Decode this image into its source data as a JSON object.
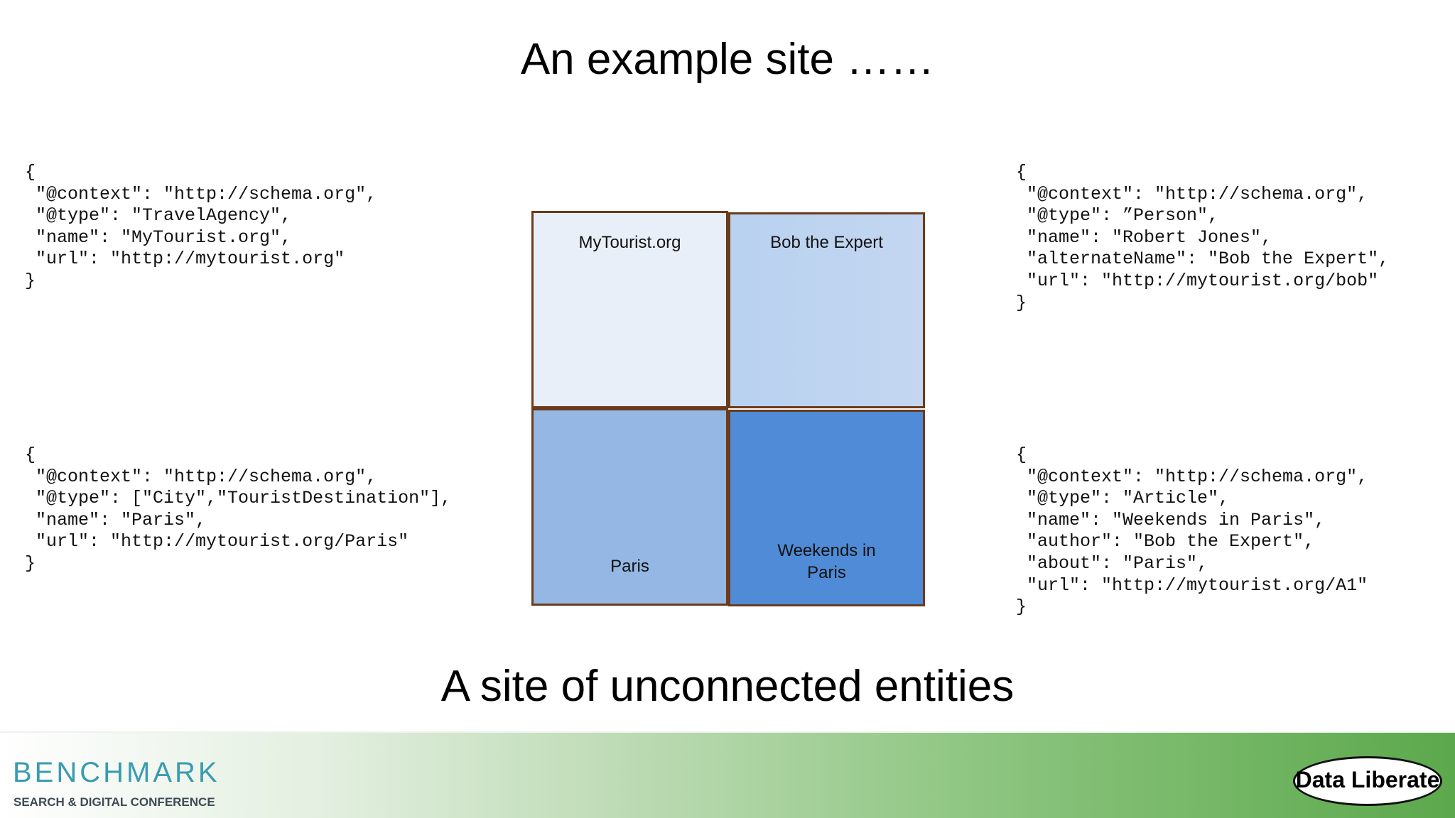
{
  "slide": {
    "title": "An example site ……",
    "caption": "A site of unconnected entities"
  },
  "code_blocks": {
    "travel_agency": "{\n \"@context\": \"http://schema.org\",\n \"@type\": \"TravelAgency\",\n \"name\": \"MyTourist.org\",\n \"url\": \"http://mytourist.org\"\n}",
    "city": "{\n \"@context\": \"http://schema.org\",\n \"@type\": [\"City\",\"TouristDestination\"],\n \"name\": \"Paris\",\n \"url\": \"http://mytourist.org/Paris\"\n}",
    "person": "{\n \"@context\": \"http://schema.org\",\n \"@type\": ”Person\",\n \"name\": \"Robert Jones\",\n \"alternateName\": \"Bob the Expert\",\n \"url\": \"http://mytourist.org/bob\"\n}",
    "article": "{\n \"@context\": \"http://schema.org\",\n \"@type\": \"Article\",\n \"name\": \"Weekends in Paris\",\n \"author\": \"Bob the Expert\",\n \"about\": \"Paris\",\n \"url\": \"http://mytourist.org/A1\"\n}"
  },
  "tiles": {
    "mytourist": "MyTourist.org",
    "bob": "Bob the Expert",
    "paris": "Paris",
    "weekends_line1": "Weekends in",
    "weekends_line2": "Paris"
  },
  "footer": {
    "benchmark_logo": "BENCHMARK",
    "benchmark_tagline": "SEARCH & DIGITAL CONFERENCE",
    "data_liberate_logo": "Data Liberate"
  },
  "colors": {
    "tile_border": "#6b3b1c",
    "tile_mytourist": "#e9eff8",
    "tile_bob": "#c1d5f1",
    "tile_paris": "#94b8e3",
    "tile_weekends": "#4f8bd6",
    "benchmark_teal": "#3a9bb0",
    "footer_green": "#5ca84c"
  }
}
